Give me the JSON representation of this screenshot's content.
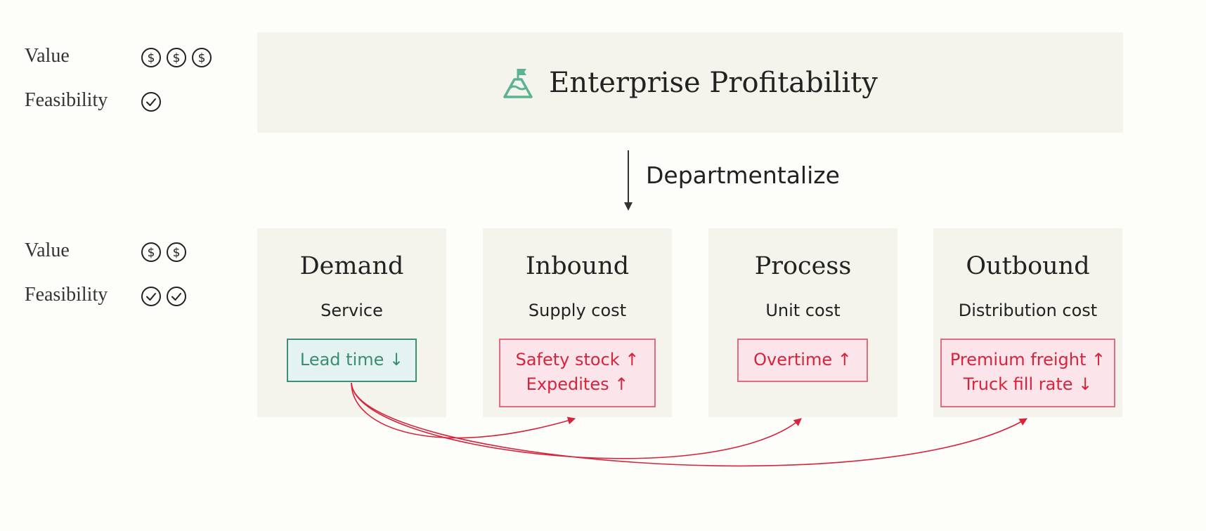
{
  "legend_top": {
    "value_label": "Value",
    "value_icon": "dollar-circle-icon",
    "value_count": 3,
    "feasibility_label": "Feasibility",
    "feasibility_icon": "check-circle-icon",
    "feasibility_count": 1
  },
  "legend_bottom": {
    "value_label": "Value",
    "value_icon": "dollar-circle-icon",
    "value_count": 2,
    "feasibility_label": "Feasibility",
    "feasibility_icon": "check-circle-icon",
    "feasibility_count": 2
  },
  "goal": {
    "icon": "mountain-flag-icon",
    "title": "Enterprise Profitability"
  },
  "arrow_label": "Departmentalize",
  "departments": [
    {
      "title": "Demand",
      "subtitle": "Service",
      "metrics": [
        "Lead time ↓"
      ],
      "tone": "green"
    },
    {
      "title": "Inbound",
      "subtitle": "Supply cost",
      "metrics": [
        "Safety stock ↑",
        "Expedites ↑"
      ],
      "tone": "red"
    },
    {
      "title": "Process",
      "subtitle": "Unit cost",
      "metrics": [
        "Overtime ↑"
      ],
      "tone": "red"
    },
    {
      "title": "Outbound",
      "subtitle": "Distribution cost",
      "metrics": [
        "Premium freight ↑",
        "Truck fill rate ↓"
      ],
      "tone": "red"
    }
  ],
  "colors": {
    "panel": "#f4f4ec",
    "green_text": "#3a8d72",
    "green_border": "#3e8f7a",
    "red_text": "#d6243c",
    "red_border": "#e46a80",
    "connector": "#d6243c",
    "goal_icon": "#5bb394"
  }
}
